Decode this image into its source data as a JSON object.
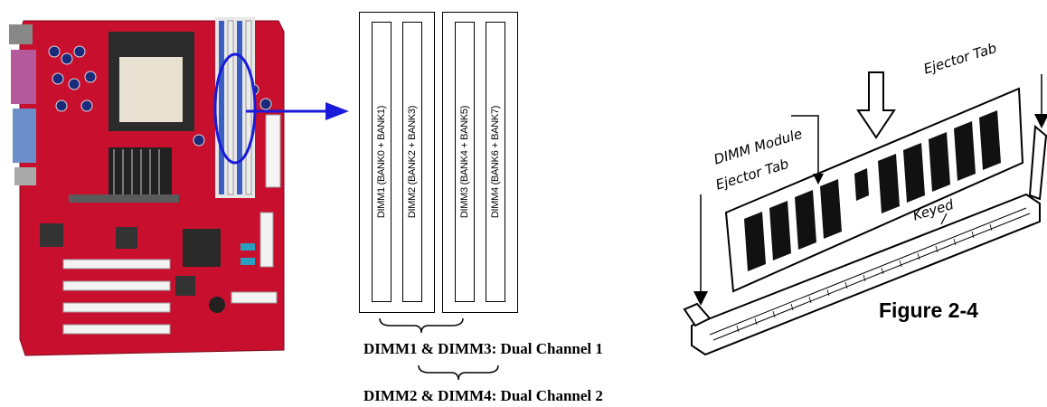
{
  "dimm_diagram": {
    "slots": [
      {
        "label": "DIMM1 (BANK0 + BANK1)"
      },
      {
        "label": "DIMM2 (BANK2 + BANK3)"
      },
      {
        "label": "DIMM3 (BANK4 + BANK5)"
      },
      {
        "label": "DIMM4 (BANK6 + BANK7)"
      }
    ],
    "channel_1": "DIMM1 & DIMM3: Dual Channel 1",
    "channel_2": "DIMM2 & DIMM4: Dual Channel 2"
  },
  "module_diagram": {
    "ejector_tab_left": "Ejector Tab",
    "ejector_tab_right": "Ejector Tab",
    "dimm_module": "DIMM Module",
    "keyed": "Keyed",
    "figure_title": "Figure 2-4"
  },
  "colors": {
    "board_red": "#c8102e",
    "dimm_slot_blue": "#3b5fc0",
    "highlight_blue": "#1a1adb"
  }
}
